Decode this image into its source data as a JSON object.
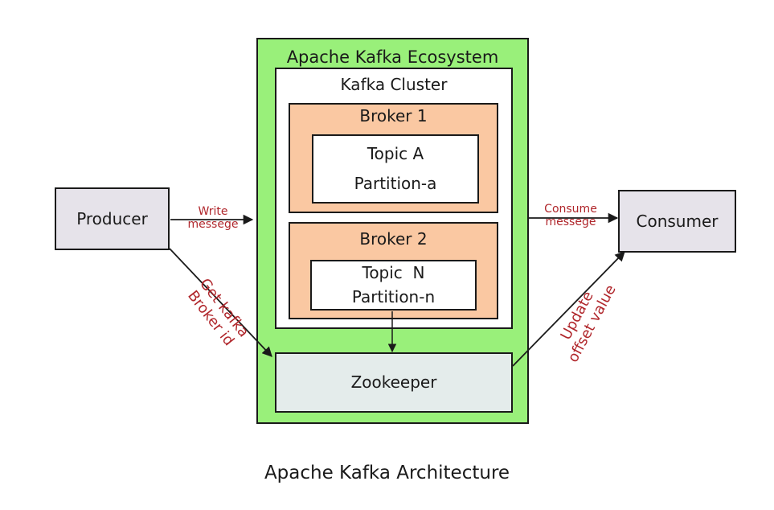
{
  "diagram": {
    "ecosystem_title": "Apache Kafka Ecosystem",
    "cluster_title": "Kafka Cluster",
    "brokers": [
      {
        "title": "Broker 1",
        "topic": "Topic A",
        "partition": "Partition-a"
      },
      {
        "title": "Broker 2",
        "topic": "Topic  N",
        "partition": "Partition-n"
      }
    ],
    "producer": "Producer",
    "consumer": "Consumer",
    "zookeeper": "Zookeeper",
    "edges": {
      "write_line1": "Write",
      "write_line2": "messege",
      "consume_line1": "Consume",
      "consume_line2": "messege",
      "get_id_line1": "Get kafka",
      "get_id_line2": "Broker id",
      "update_line1": "Update",
      "update_line2": "offset value"
    },
    "caption": "Apache Kafka Architecture"
  },
  "colors": {
    "ecosystem": "#99f07a",
    "broker": "#fac8a2",
    "node": "#e6e3ea",
    "zookeeper": "#e4eceb",
    "edge_label": "#b0262b"
  }
}
